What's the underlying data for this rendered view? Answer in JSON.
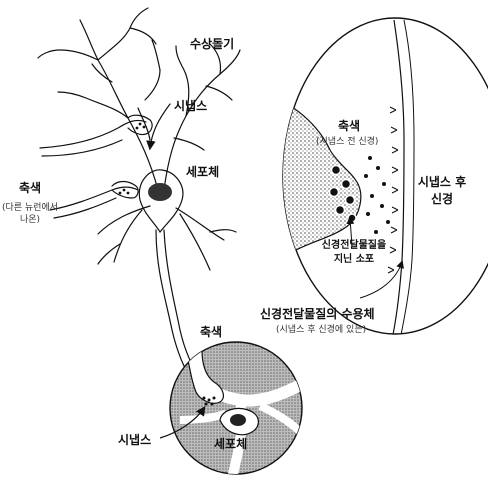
{
  "labels": {
    "dendrite": "수상돌기",
    "synapse_top": "시냅스",
    "cell_body": "세포체",
    "axon_left": "축색",
    "axon_left_note": [
      "(다른 뉴런에서",
      "나온)"
    ],
    "axon_mid": "축색",
    "synapse_bottom": "시냅스",
    "cell_body_bottom": "세포체",
    "inset_axon": "축색",
    "inset_axon_note": "(시냅스 전 신경)",
    "inset_post_line1": "시냅스 후",
    "inset_post_line2": "신경",
    "vesicle_line1": "신경전달물질을",
    "vesicle_line2": "지닌 소포",
    "receptor_title": "신경전달물질의 수용체",
    "receptor_note": "(시냅스 후 신경에 있는)"
  },
  "colors": {
    "ink": "#111111",
    "stipple": "#9a9a9a",
    "stipple_light": "#c8c8c8"
  }
}
